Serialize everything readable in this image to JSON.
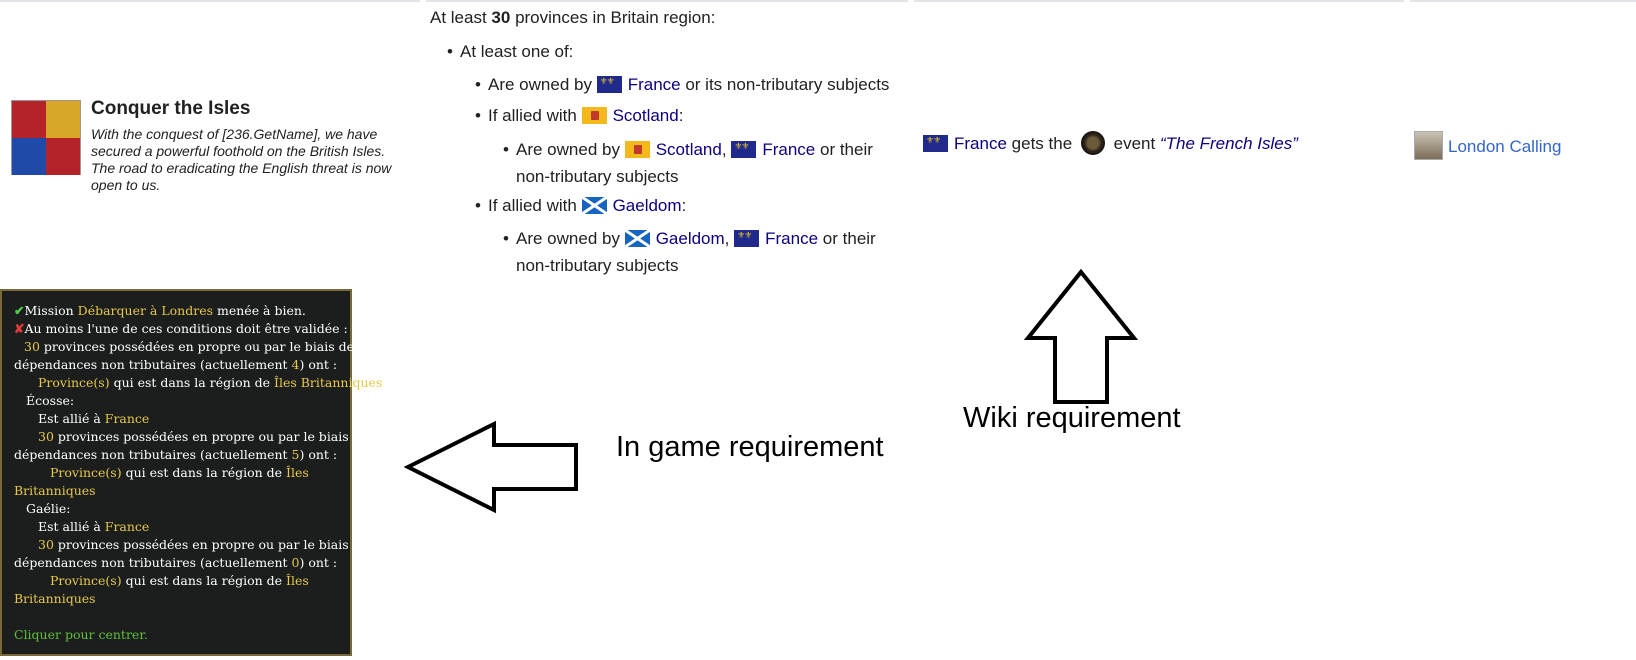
{
  "mission": {
    "title": "Conquer the Isles",
    "description": "With the conquest of [236.GetName], we have secured a powerful foothold on the British Isles. The road to eradicating the English threat is now open to us."
  },
  "requirements": {
    "line1_prefix": "At least ",
    "line1_number": "30",
    "line1_suffix": " provinces in Britain region:",
    "one_of": "At least one of:",
    "owned_by": "Are owned by",
    "france": "France",
    "own_suffix": "or its non-tributary subjects",
    "if_allied_with": "If allied with",
    "scotland": "Scotland",
    "gaeldom": "Gaeldom",
    "colon": ":",
    "or_their": "or their",
    "non_trib": "non-tributary subjects",
    "comma": ","
  },
  "effect": {
    "country": "France",
    "gets_the": "gets the",
    "event_word": "event",
    "event_name": "“The French Isles”"
  },
  "next_mission": "London Calling",
  "tooltip": {
    "l1a": "Mission ",
    "l1b": "Débarquer à Londres",
    "l1c": " menée à bien.",
    "l2": "Au moins l'une de ces conditions doit être validée :",
    "n30": "30",
    "provinces_text": " provinces possédées en propre ou par le biais de",
    "dep_a": "dépendances non tributaires (actuellement ",
    "count1": "4",
    "count2": "5",
    "count3": "0",
    "dep_b": ") ont :",
    "prov": "Province(s)",
    "region_text": " qui est dans la région de ",
    "iles": "Îles Britanniques",
    "iles_a": "Îles",
    "iles_b": "Britanniques",
    "ecosse": "Écosse:",
    "gaelie": "Gaélie:",
    "allie": "Est allié à ",
    "france": "France",
    "click": "Cliquer pour centrer."
  },
  "labels": {
    "ingame": "In game requirement",
    "wiki": "Wiki requirement"
  }
}
